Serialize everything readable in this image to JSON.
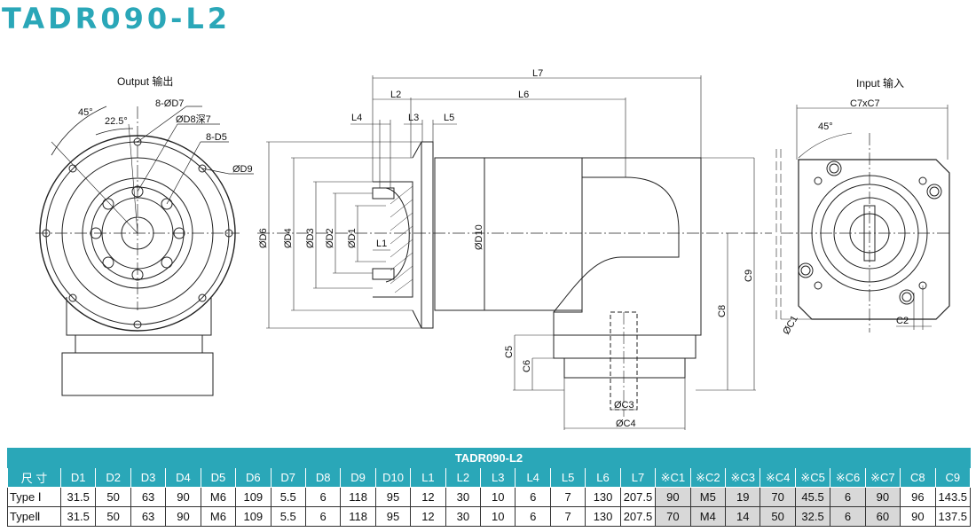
{
  "title": "TADR090-L2",
  "views": {
    "output_label": "Output 输出",
    "input_label": "Input 输入"
  },
  "dim_labels": {
    "angle45_left": "45°",
    "angle22": "22.5°",
    "holes_d7": "8-ØD7",
    "hole_d8": "ØD8深7",
    "holes_d5": "8-D5",
    "d9": "ØD9",
    "l7": "L7",
    "l2": "L2",
    "l6": "L6",
    "l4": "L4",
    "l3": "L3",
    "l5": "L5",
    "l1": "L1",
    "d6": "ØD6",
    "d4": "ØD4",
    "d3": "ØD3",
    "d2": "ØD2",
    "d1": "ØD1",
    "d10": "ØD10",
    "c9": "C9",
    "c8": "C8",
    "c5": "C5",
    "c6": "C6",
    "c3": "ØC3",
    "c4": "ØC4",
    "c7": "C7xC7",
    "angle45_right": "45°",
    "c1": "ØC1",
    "c2": "C2"
  },
  "table": {
    "caption": "TADR090-L2",
    "corner": "尺 寸",
    "headers": [
      "D1",
      "D2",
      "D3",
      "D4",
      "D5",
      "D6",
      "D7",
      "D8",
      "D9",
      "D10",
      "L1",
      "L2",
      "L3",
      "L4",
      "L5",
      "L6",
      "L7",
      "※C1",
      "※C2",
      "※C3",
      "※C4",
      "※C5",
      "※C6",
      "※C7",
      "C8",
      "C9"
    ],
    "rows": [
      {
        "label": "Type Ⅰ",
        "cells": [
          "31.5",
          "50",
          "63",
          "90",
          "M6",
          "109",
          "5.5",
          "6",
          "118",
          "95",
          "12",
          "30",
          "10",
          "6",
          "7",
          "130",
          "207.5",
          "90",
          "M5",
          "19",
          "70",
          "45.5",
          "6",
          "90",
          "96",
          "143.5"
        ]
      },
      {
        "label": "TypeⅡ",
        "cells": [
          "31.5",
          "50",
          "63",
          "90",
          "M6",
          "109",
          "5.5",
          "6",
          "118",
          "95",
          "12",
          "30",
          "10",
          "6",
          "7",
          "130",
          "207.5",
          "70",
          "M4",
          "14",
          "50",
          "32.5",
          "6",
          "60",
          "90",
          "137.5"
        ]
      }
    ]
  }
}
